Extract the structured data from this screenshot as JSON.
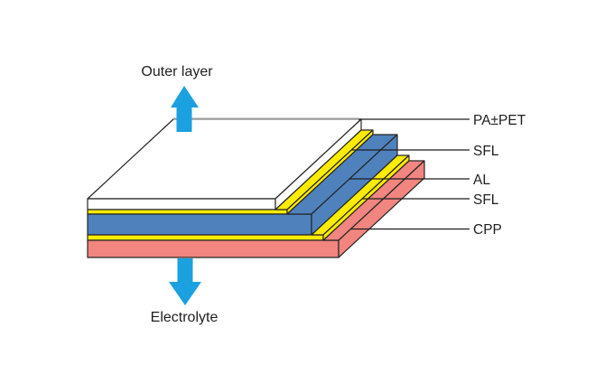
{
  "diagram": {
    "arrows": {
      "color": "#1ba0e0",
      "up_label": "Outer layer",
      "down_label": "Electrolyte"
    },
    "edges": {
      "outline": "#262626",
      "back_edge": "#9b9b9b",
      "leader": "#1f1f1f"
    },
    "layers": [
      {
        "name": "PA±PET",
        "color": "#ffffff"
      },
      {
        "name": "SFL",
        "color": "#ffec00"
      },
      {
        "name": "AL",
        "color": "#4f81bd"
      },
      {
        "name": "SFL",
        "color": "#ffec00"
      },
      {
        "name": "CPP",
        "color": "#f1857f"
      }
    ]
  }
}
